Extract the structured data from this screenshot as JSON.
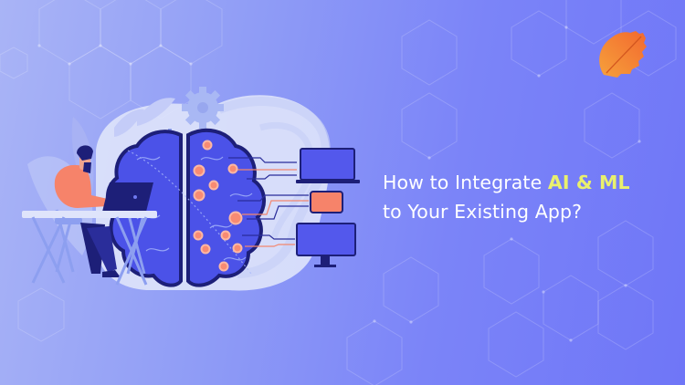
{
  "headline": {
    "line1_prefix": "How to Integrate ",
    "line1_highlight": "AI & ML",
    "line2": "to Your Existing App?"
  },
  "colors": {
    "background_start": "#a9b4f6",
    "background_end": "#6f76f7",
    "highlight_text": "#e9f06d",
    "text": "#ffffff",
    "brain": "#4a50e6",
    "brain_outline": "#1e1f7a",
    "node": "#f88b73",
    "logo": "#f7913a"
  },
  "illustration": {
    "subject": "person-at-laptop-with-brain-network",
    "devices": [
      "laptop",
      "tablet",
      "desktop-monitor"
    ]
  },
  "logo": {
    "icon": "leaf-icon"
  }
}
